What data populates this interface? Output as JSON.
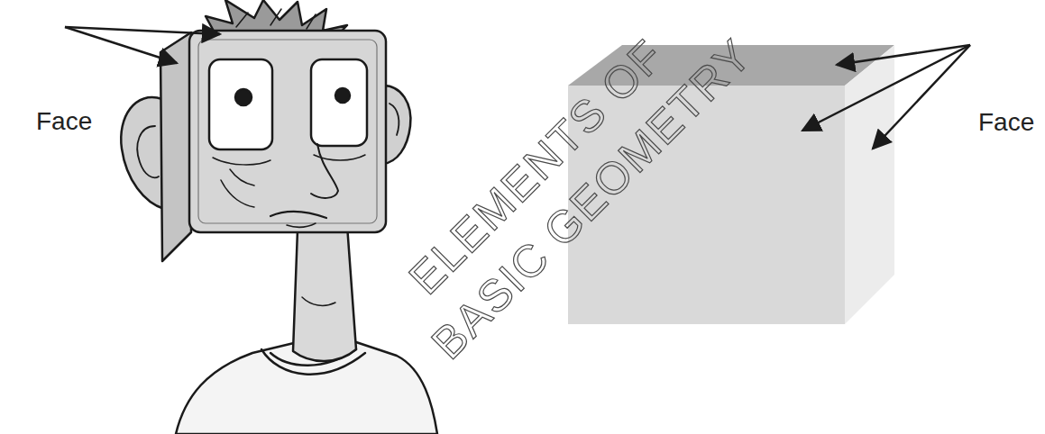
{
  "diagram": {
    "labels": [
      "Face",
      "Face",
      "ELEMENTS OF",
      "BASIC GEOMETRY"
    ]
  }
}
